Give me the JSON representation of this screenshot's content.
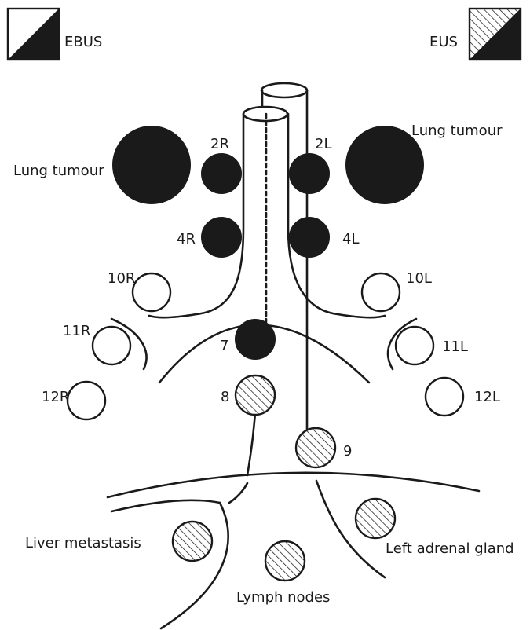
{
  "legend": {
    "ebus": "EBUS",
    "eus": "EUS"
  },
  "labels": {
    "lung_tumour_left": "Lung tumour",
    "lung_tumour_right": "Lung tumour",
    "n2R": "2R",
    "n2L": "2L",
    "n4R": "4R",
    "n4L": "4L",
    "n10R": "10R",
    "n10L": "10L",
    "n11R": "11R",
    "n11L": "11L",
    "n12R": "12R",
    "n12L": "12L",
    "n7": "7",
    "n8": "8",
    "n9": "9",
    "liver_metastasis": "Liver metastasis",
    "lymph_nodes": "Lymph nodes",
    "left_adrenal_gland": "Left adrenal gland"
  },
  "colors": {
    "ink": "#1a1a1a",
    "background": "#ffffff"
  }
}
